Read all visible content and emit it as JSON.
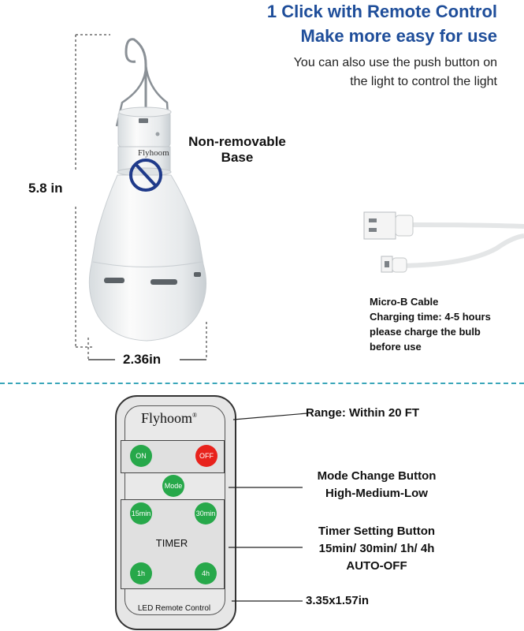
{
  "header": {
    "headline_line1": "1 Click with Remote Control",
    "headline_line2": "Make more easy for use",
    "sub_line1": "You can also use the push button on",
    "sub_line2": "the light to control the light"
  },
  "bulb": {
    "brand": "Flyhoom",
    "height_label": "5.8 in",
    "width_label": "2.36in",
    "base_note_line1": "Non-removable",
    "base_note_line2": "Base"
  },
  "cable": {
    "line1": "Micro-B Cable",
    "line2": "Charging time: 4-5 hours",
    "line3": "please charge the bulb",
    "line4": "before use"
  },
  "remote": {
    "brand": "Flyhoom",
    "brand_mark": "®",
    "on": "ON",
    "off": "OFF",
    "mode": "Mode",
    "t15": "15min",
    "t30": "30min",
    "timer": "TIMER",
    "t1h": "1h",
    "t4h": "4h",
    "footer": "LED Remote Control"
  },
  "callouts": {
    "range_label": "Range",
    "range_value": ": Within ",
    "range_num": "20",
    "range_unit": " FT",
    "mode_line1": "Mode Change Button",
    "mode_line2": "High-Medium-Low",
    "timer_line1": "Timer Setting Button",
    "timer_line2": "15min/ 30min/ 1h/ 4h",
    "timer_line3": "AUTO-OFF",
    "size": "3.35x1.57in"
  },
  "colors": {
    "headline": "#1f4e9a",
    "button_green": "#27a84a",
    "button_red": "#e8221c",
    "separator": "#3aa6b9"
  }
}
